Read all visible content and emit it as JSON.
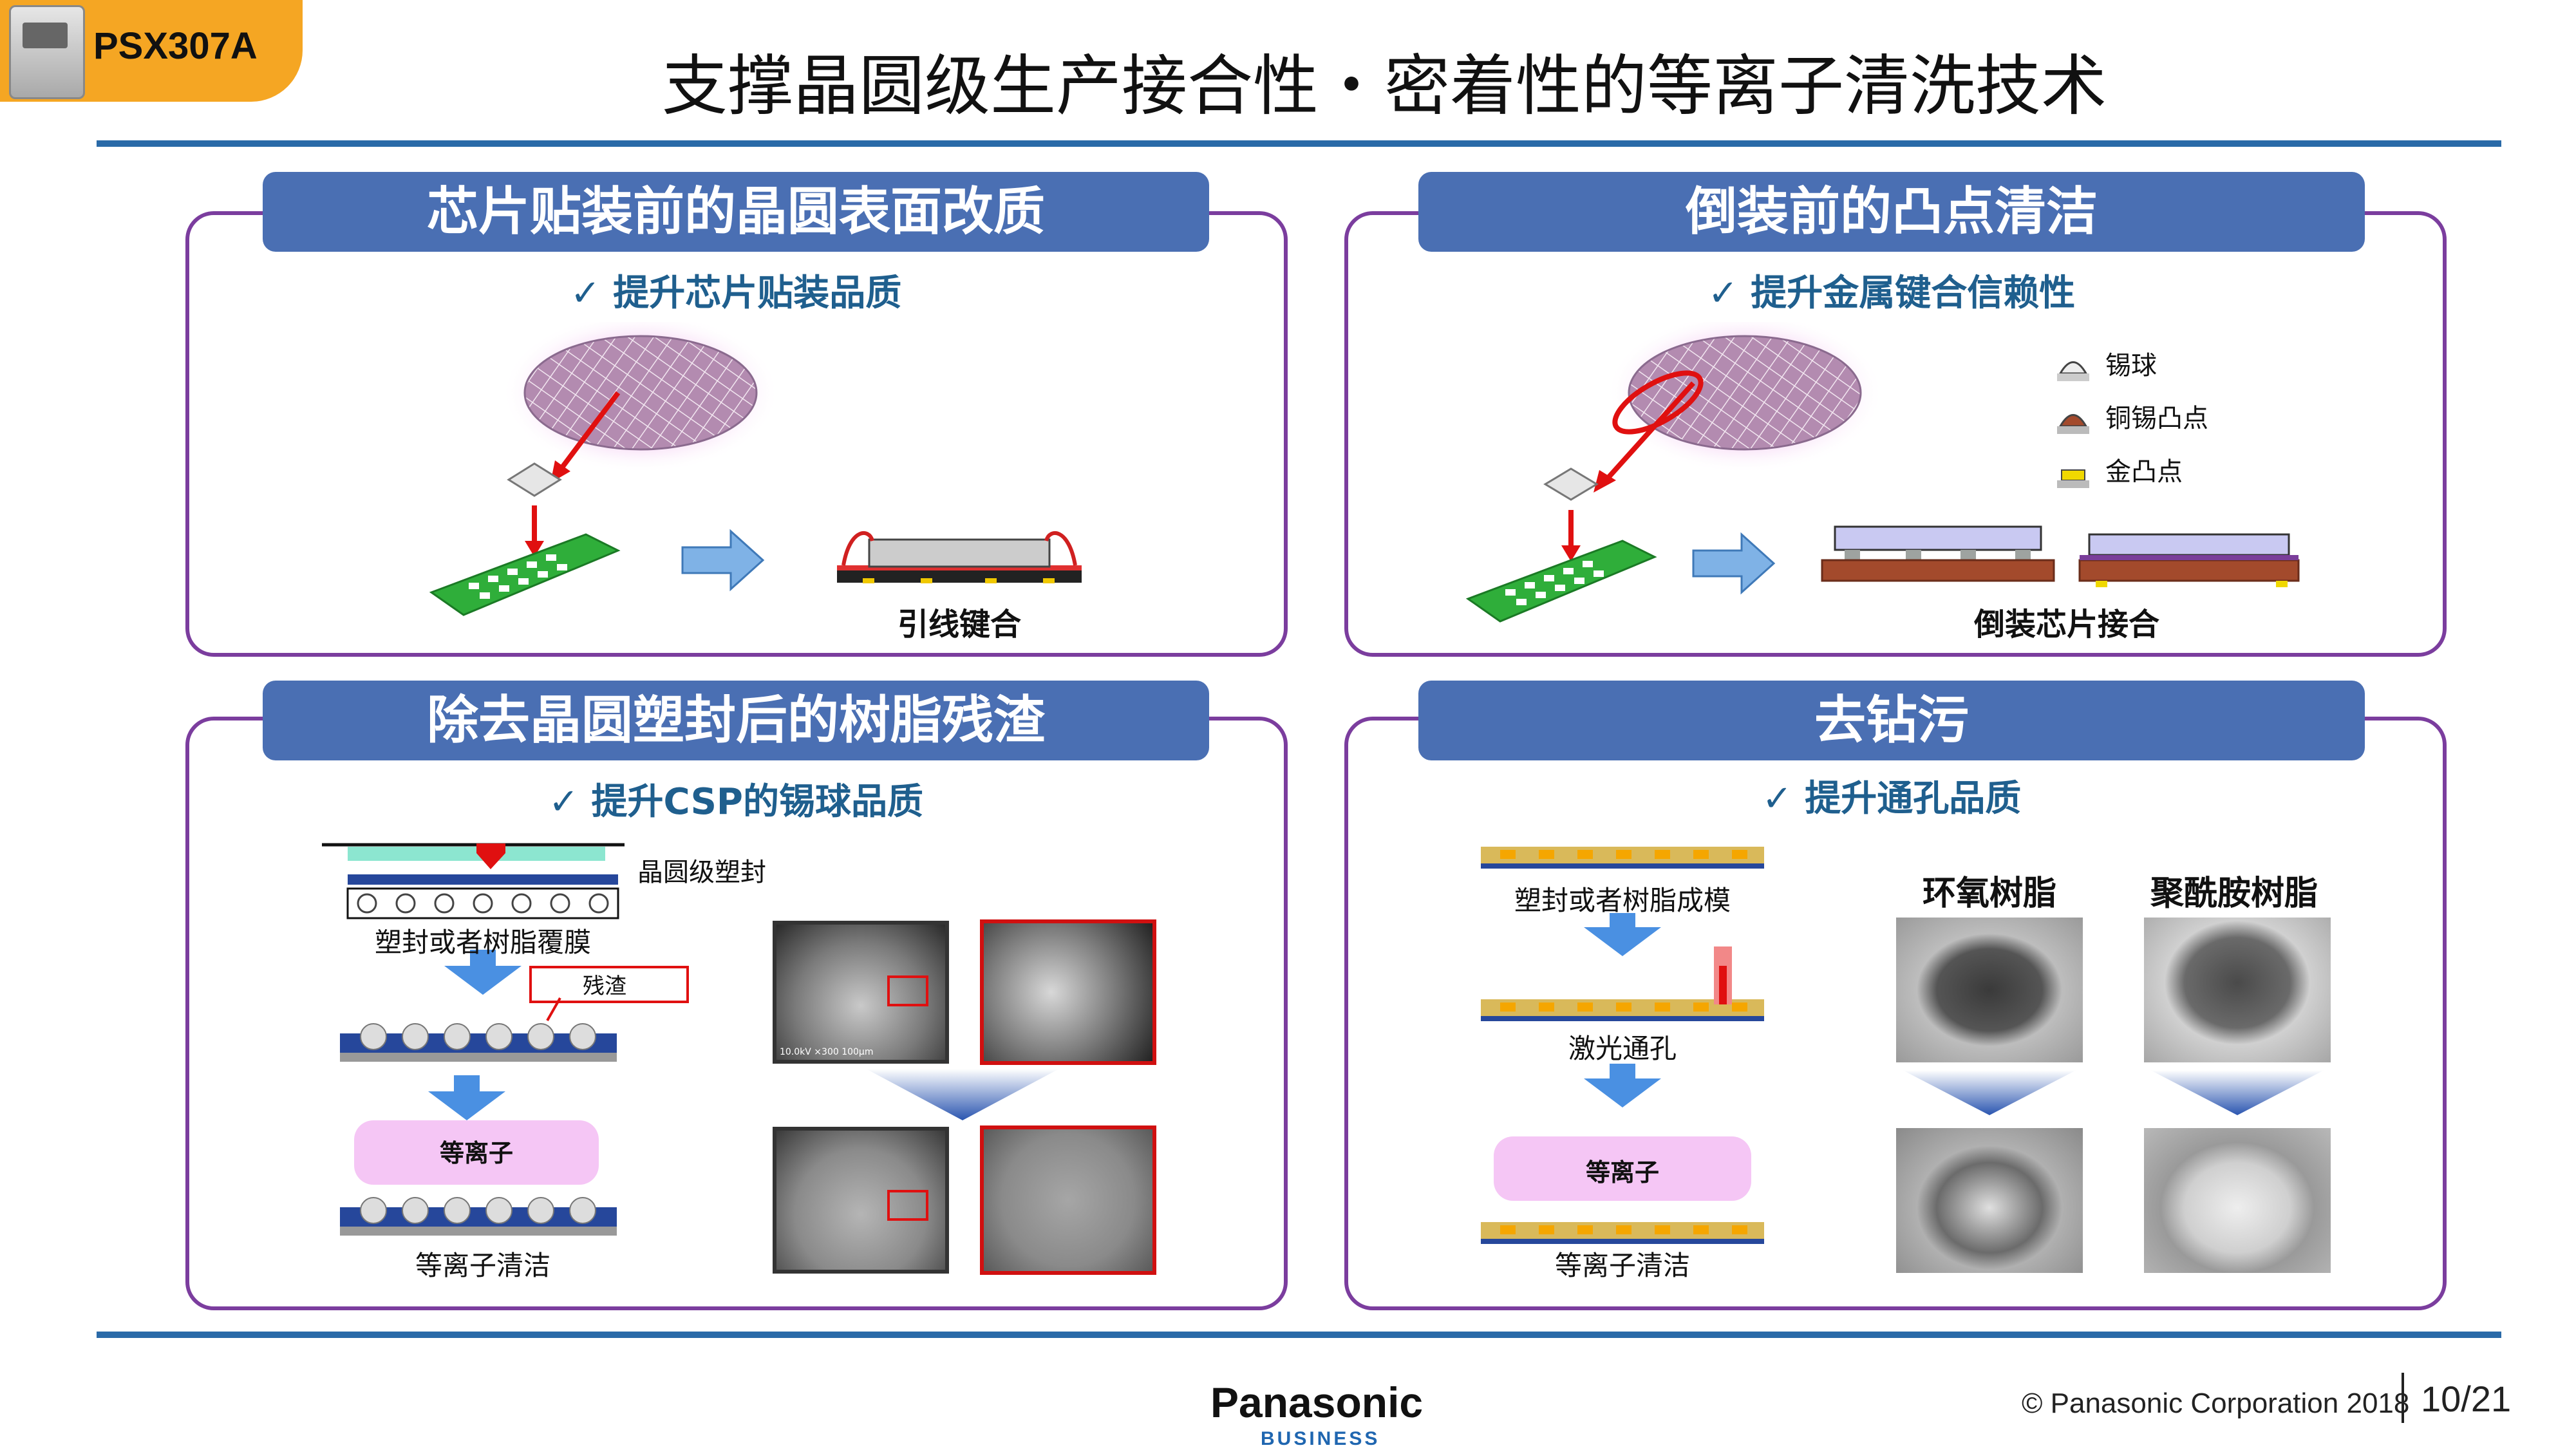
{
  "badge": {
    "label": "PSX307A"
  },
  "title": "支撑晶圆级生产接合性・密着性的等离子清洗技术",
  "panels": {
    "tl": {
      "header": "芯片贴装前的晶圆表面改质",
      "subtitle": "✓ 提升芯片贴装品质",
      "caption": "引线键合"
    },
    "tr": {
      "header": "倒装前的凸点清洁",
      "subtitle": "✓ 提升金属键合信赖性",
      "caption": "倒装芯片接合",
      "legend": [
        "锡球",
        "铜锡凸点",
        "金凸点"
      ]
    },
    "bl": {
      "header": "除去晶圆塑封后的树脂残渣",
      "subtitle": "✓ 提升CSP的锡球品质",
      "mold_label": "晶圆级塑封",
      "step1": "塑封或者树脂覆膜",
      "residue": "残渣",
      "plasma": "等离子",
      "step3": "等离子清洁",
      "sem_text": "10.0kV  ×300   100μm"
    },
    "br": {
      "header": "去钻污",
      "subtitle": "✓ 提升通孔品质",
      "step1": "塑封或者树脂成模",
      "step2": "激光通孔",
      "plasma": "等离子",
      "step3": "等离子清洁",
      "col1": "环氧树脂",
      "col2": "聚酰胺树脂"
    }
  },
  "footer": {
    "brand": "Panasonic",
    "brand_sub": "BUSINESS",
    "copyright": "© Panasonic Corporation 2018",
    "page": "10/21"
  },
  "colors": {
    "accent_blue": "#2a6aa8",
    "header_blue": "#4a6fb3",
    "panel_border": "#7b3d9e",
    "badge_orange": "#f5a623",
    "subtitle_teal": "#1f5f8e"
  }
}
